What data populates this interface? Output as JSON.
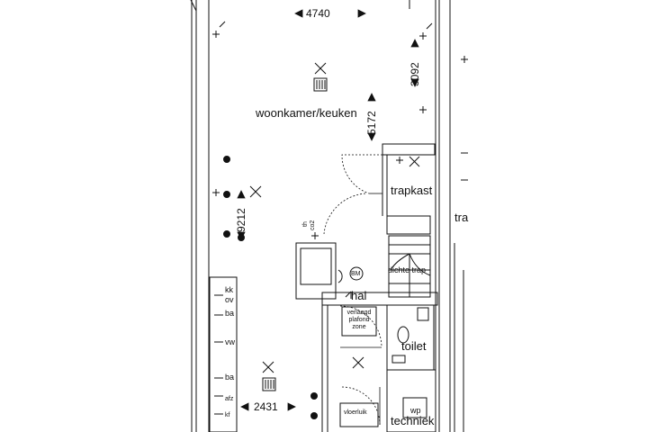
{
  "rooms": {
    "living": "woonkamer/keuken",
    "trapkast": "trapkast",
    "trap_edge": "tra",
    "hal": "hal",
    "toilet": "toilet",
    "techniek": "techniek",
    "dichte_trap": "dichte trap"
  },
  "dimensions": {
    "top_width": "4740",
    "right_upper": "3092",
    "center_vertical": "5172",
    "left_vertical": "9212",
    "bottom_width": "2431"
  },
  "symbols": {
    "th": "th",
    "co2": "co2",
    "bm": "BM",
    "wp": "wp",
    "vloerluik": "vloerluik",
    "ceiling_zone": [
      "verlaagd",
      "plafond",
      "zone"
    ]
  },
  "kitchen_labels": [
    "kk",
    "ov",
    "ba",
    "vw",
    "ba",
    "afz",
    "kf"
  ],
  "colors": {
    "line": "#111111",
    "wall_fill": "#ffffff"
  }
}
